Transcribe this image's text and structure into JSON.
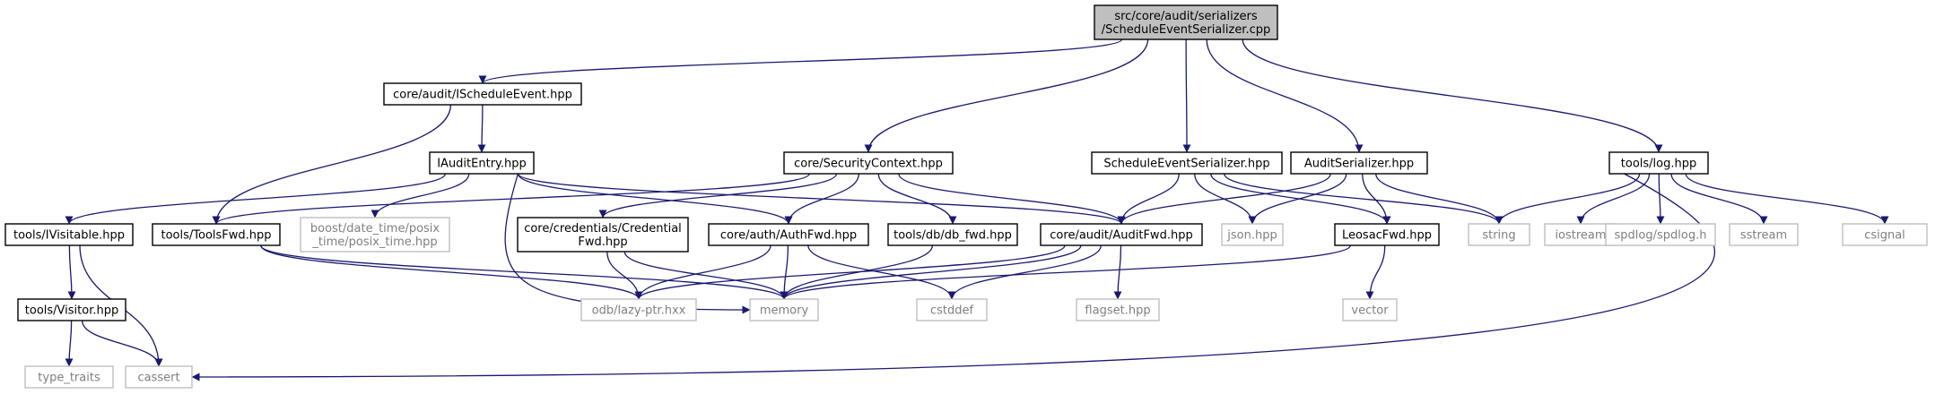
{
  "colors": {
    "root_fill": "#bfbfbf",
    "node_stroke": "#000000",
    "external_stroke": "#bfbfbf",
    "text": "#000000",
    "external_text": "#7f7f7f",
    "edge": "#191970"
  },
  "nodes": [
    {
      "id": "root",
      "lines": [
        "src/core/audit/serializers",
        "/ScheduleEventSerializer.cpp"
      ],
      "kind": "root"
    },
    {
      "id": "ischeduleevent",
      "lines": [
        "core/audit/IScheduleEvent.hpp"
      ],
      "kind": "doc"
    },
    {
      "id": "iauditentry",
      "lines": [
        "IAuditEntry.hpp"
      ],
      "kind": "doc"
    },
    {
      "id": "securitycontext",
      "lines": [
        "core/SecurityContext.hpp"
      ],
      "kind": "doc"
    },
    {
      "id": "scheduleeventserializer",
      "lines": [
        "ScheduleEventSerializer.hpp"
      ],
      "kind": "doc"
    },
    {
      "id": "auditserializer",
      "lines": [
        "AuditSerializer.hpp"
      ],
      "kind": "doc"
    },
    {
      "id": "toolslog",
      "lines": [
        "tools/log.hpp"
      ],
      "kind": "doc"
    },
    {
      "id": "ivisitable",
      "lines": [
        "tools/IVisitable.hpp"
      ],
      "kind": "doc"
    },
    {
      "id": "toolsfwd",
      "lines": [
        "tools/ToolsFwd.hpp"
      ],
      "kind": "doc"
    },
    {
      "id": "boostposix",
      "lines": [
        "boost/date_time/posix",
        "_time/posix_time.hpp"
      ],
      "kind": "ext"
    },
    {
      "id": "credentialfwd",
      "lines": [
        "core/credentials/Credential",
        "Fwd.hpp"
      ],
      "kind": "doc"
    },
    {
      "id": "authfwd",
      "lines": [
        "core/auth/AuthFwd.hpp"
      ],
      "kind": "doc"
    },
    {
      "id": "dbfwd",
      "lines": [
        "tools/db/db_fwd.hpp"
      ],
      "kind": "doc"
    },
    {
      "id": "auditfwd",
      "lines": [
        "core/audit/AuditFwd.hpp"
      ],
      "kind": "doc"
    },
    {
      "id": "jsonhpp",
      "lines": [
        "json.hpp"
      ],
      "kind": "ext"
    },
    {
      "id": "leosacfwd",
      "lines": [
        "LeosacFwd.hpp"
      ],
      "kind": "doc"
    },
    {
      "id": "string",
      "lines": [
        "string"
      ],
      "kind": "ext"
    },
    {
      "id": "iostream",
      "lines": [
        "iostream"
      ],
      "kind": "ext"
    },
    {
      "id": "spdlog",
      "lines": [
        "spdlog/spdlog.h"
      ],
      "kind": "ext"
    },
    {
      "id": "sstream",
      "lines": [
        "sstream"
      ],
      "kind": "ext"
    },
    {
      "id": "csignal",
      "lines": [
        "csignal"
      ],
      "kind": "ext"
    },
    {
      "id": "visitor",
      "lines": [
        "tools/Visitor.hpp"
      ],
      "kind": "doc"
    },
    {
      "id": "lazyptr",
      "lines": [
        "odb/lazy-ptr.hxx"
      ],
      "kind": "ext"
    },
    {
      "id": "memory",
      "lines": [
        "memory"
      ],
      "kind": "ext"
    },
    {
      "id": "cstddef",
      "lines": [
        "cstddef"
      ],
      "kind": "ext"
    },
    {
      "id": "flagset",
      "lines": [
        "flagset.hpp"
      ],
      "kind": "ext"
    },
    {
      "id": "vector",
      "lines": [
        "vector"
      ],
      "kind": "ext"
    },
    {
      "id": "typetraits",
      "lines": [
        "type_traits"
      ],
      "kind": "ext"
    },
    {
      "id": "cassert",
      "lines": [
        "cassert"
      ],
      "kind": "ext"
    }
  ],
  "edges": [
    [
      "root",
      "ischeduleevent"
    ],
    [
      "root",
      "securitycontext"
    ],
    [
      "root",
      "scheduleeventserializer"
    ],
    [
      "root",
      "auditserializer"
    ],
    [
      "root",
      "toolslog"
    ],
    [
      "ischeduleevent",
      "iauditentry"
    ],
    [
      "ischeduleevent",
      "toolsfwd"
    ],
    [
      "iauditentry",
      "ivisitable"
    ],
    [
      "iauditentry",
      "boostposix"
    ],
    [
      "iauditentry",
      "authfwd"
    ],
    [
      "iauditentry",
      "auditfwd"
    ],
    [
      "iauditentry",
      "memory"
    ],
    [
      "securitycontext",
      "toolsfwd"
    ],
    [
      "securitycontext",
      "credentialfwd"
    ],
    [
      "securitycontext",
      "authfwd"
    ],
    [
      "securitycontext",
      "dbfwd"
    ],
    [
      "securitycontext",
      "auditfwd"
    ],
    [
      "scheduleeventserializer",
      "auditfwd"
    ],
    [
      "scheduleeventserializer",
      "jsonhpp"
    ],
    [
      "scheduleeventserializer",
      "leosacfwd"
    ],
    [
      "scheduleeventserializer",
      "string"
    ],
    [
      "auditserializer",
      "auditfwd"
    ],
    [
      "auditserializer",
      "jsonhpp"
    ],
    [
      "auditserializer",
      "leosacfwd"
    ],
    [
      "auditserializer",
      "string"
    ],
    [
      "toolslog",
      "string"
    ],
    [
      "toolslog",
      "iostream"
    ],
    [
      "toolslog",
      "spdlog"
    ],
    [
      "toolslog",
      "sstream"
    ],
    [
      "toolslog",
      "csignal"
    ],
    [
      "toolslog",
      "cassert"
    ],
    [
      "ivisitable",
      "visitor"
    ],
    [
      "ivisitable",
      "cassert"
    ],
    [
      "toolsfwd",
      "lazyptr"
    ],
    [
      "toolsfwd",
      "memory"
    ],
    [
      "credentialfwd",
      "lazyptr"
    ],
    [
      "credentialfwd",
      "memory"
    ],
    [
      "authfwd",
      "lazyptr"
    ],
    [
      "authfwd",
      "memory"
    ],
    [
      "authfwd",
      "cstddef"
    ],
    [
      "dbfwd",
      "memory"
    ],
    [
      "auditfwd",
      "lazyptr"
    ],
    [
      "auditfwd",
      "memory"
    ],
    [
      "auditfwd",
      "cstddef"
    ],
    [
      "auditfwd",
      "flagset"
    ],
    [
      "leosacfwd",
      "memory"
    ],
    [
      "leosacfwd",
      "vector"
    ],
    [
      "visitor",
      "typetraits"
    ],
    [
      "visitor",
      "cassert"
    ]
  ]
}
